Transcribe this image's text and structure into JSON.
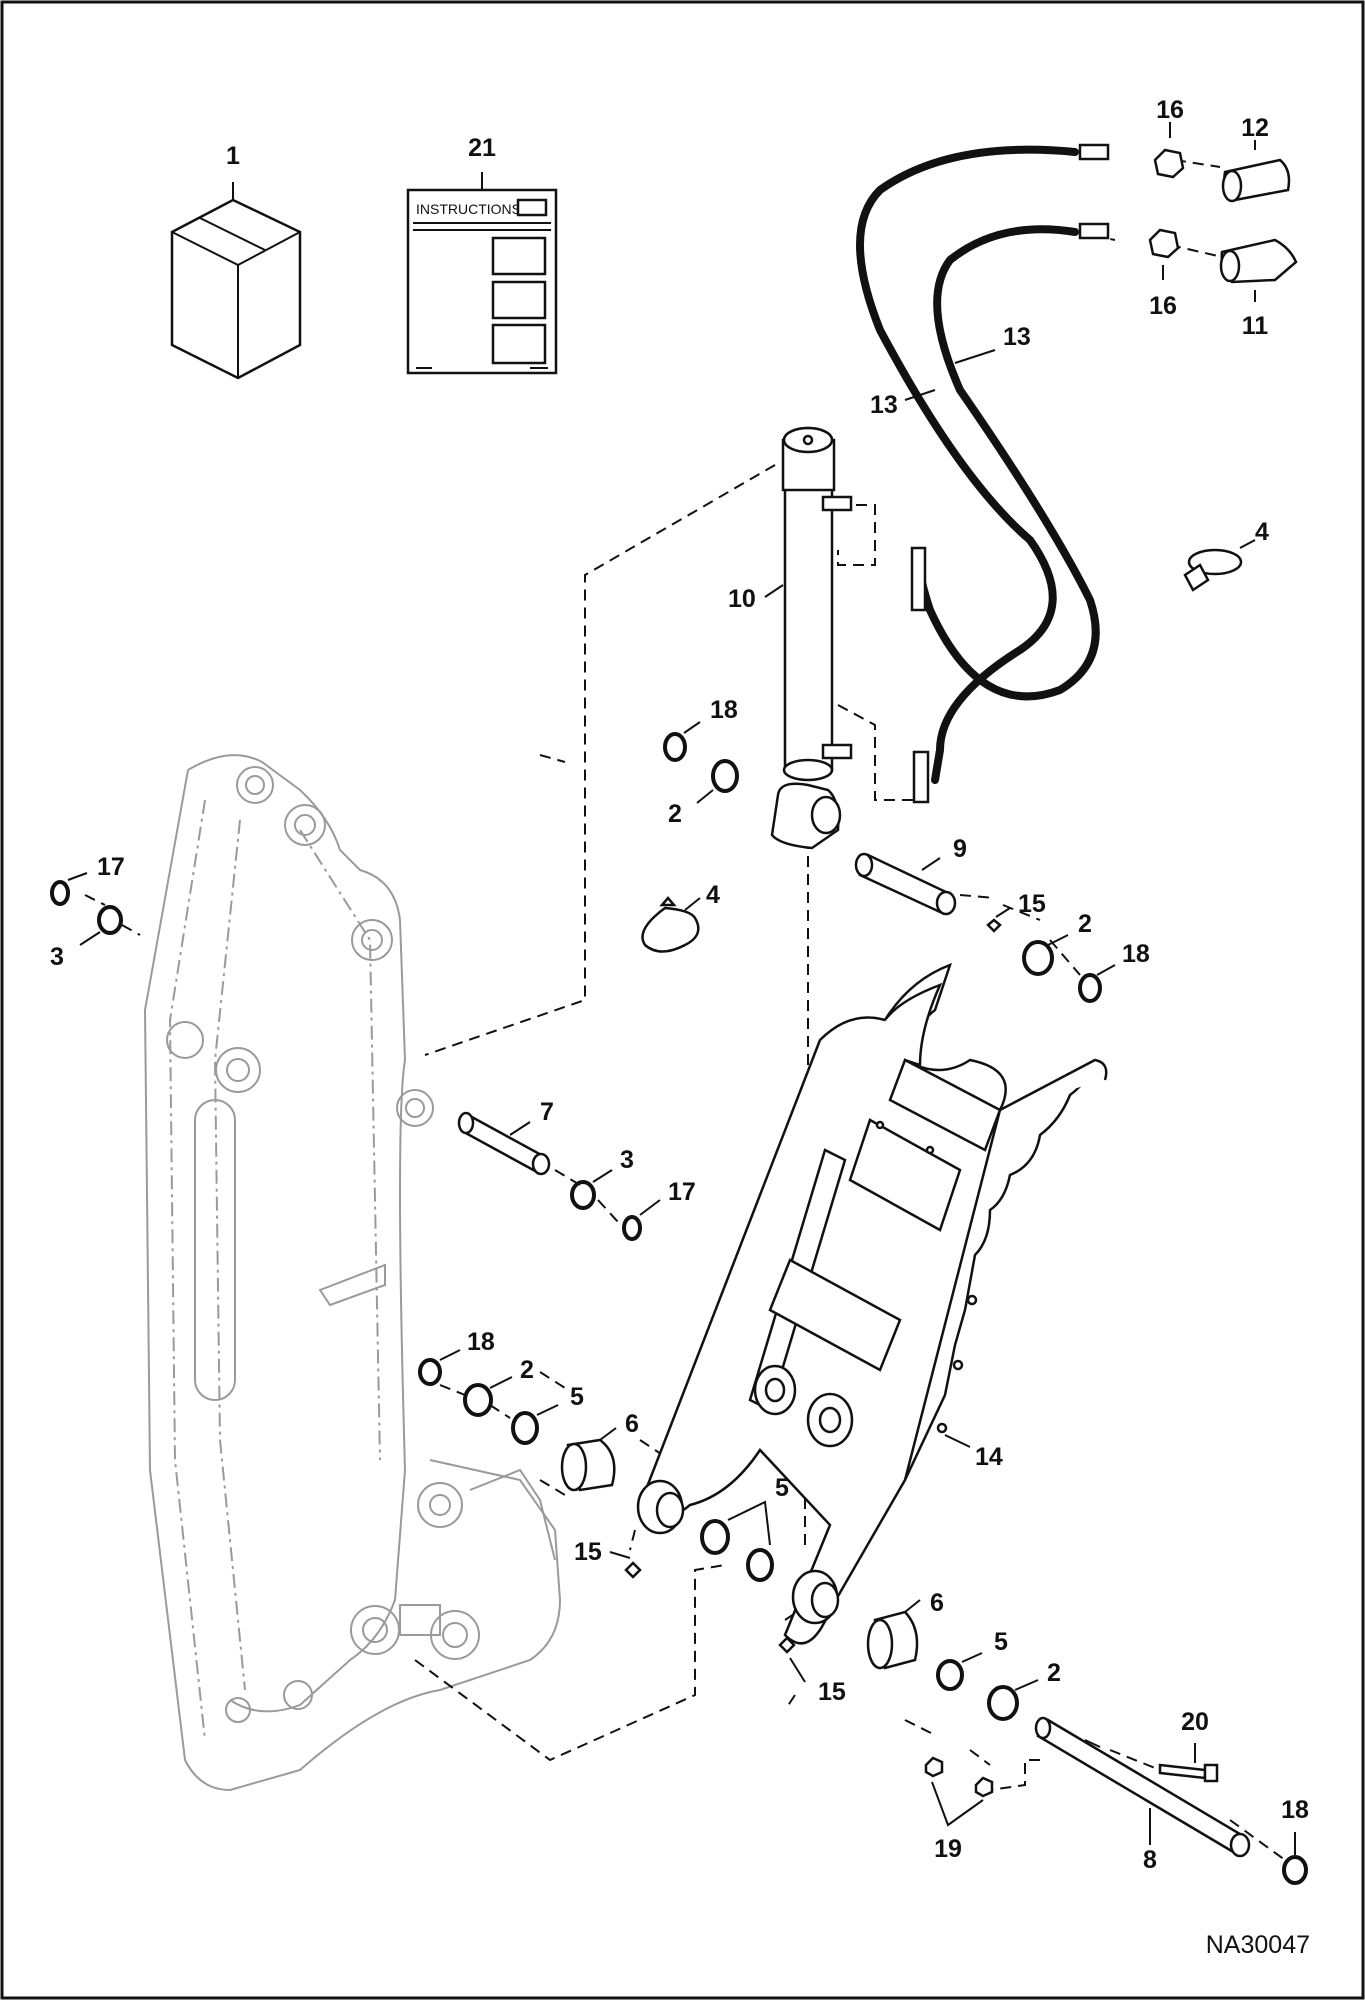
{
  "drawing": {
    "code": "NA30047",
    "instruction_sheet_title": "INSTRUCTIONS"
  },
  "callouts": {
    "c1": "1",
    "c21": "21",
    "c16a": "16",
    "c12": "12",
    "c16b": "16",
    "c11": "11",
    "c13a": "13",
    "c13b": "13",
    "c4a": "4",
    "c10": "10",
    "c18a": "18",
    "c2a": "2",
    "c9": "9",
    "c17a": "17",
    "c3a": "3",
    "c4b": "4",
    "c15a": "15",
    "c2b": "2",
    "c18b": "18",
    "c7": "7",
    "c3b": "3",
    "c17b": "17",
    "c18c": "18",
    "c2c": "2",
    "c5a": "5",
    "c6a": "6",
    "c14": "14",
    "c5b": "5",
    "c15b": "15",
    "c6b": "6",
    "c5c": "5",
    "c2d": "2",
    "c15c": "15",
    "c20": "20",
    "c18d": "18",
    "c19": "19",
    "c8": "8"
  }
}
